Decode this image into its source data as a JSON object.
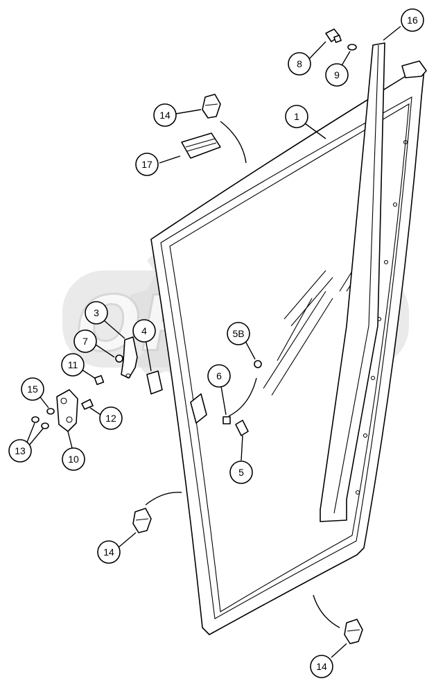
{
  "diagram": {
    "watermark": "OPEX",
    "callouts": [
      {
        "id": "c16",
        "label": "16"
      },
      {
        "id": "c8",
        "label": "8"
      },
      {
        "id": "c9",
        "label": "9"
      },
      {
        "id": "c1",
        "label": "1"
      },
      {
        "id": "c14a",
        "label": "14"
      },
      {
        "id": "c17",
        "label": "17"
      },
      {
        "id": "c3",
        "label": "3"
      },
      {
        "id": "c4",
        "label": "4"
      },
      {
        "id": "c7",
        "label": "7"
      },
      {
        "id": "c5b",
        "label": "5B"
      },
      {
        "id": "c11",
        "label": "11"
      },
      {
        "id": "c6",
        "label": "6"
      },
      {
        "id": "c15",
        "label": "15"
      },
      {
        "id": "c12",
        "label": "12"
      },
      {
        "id": "c13",
        "label": "13"
      },
      {
        "id": "c10",
        "label": "10"
      },
      {
        "id": "c5",
        "label": "5"
      },
      {
        "id": "c14b",
        "label": "14"
      },
      {
        "id": "c14c",
        "label": "14"
      }
    ]
  }
}
